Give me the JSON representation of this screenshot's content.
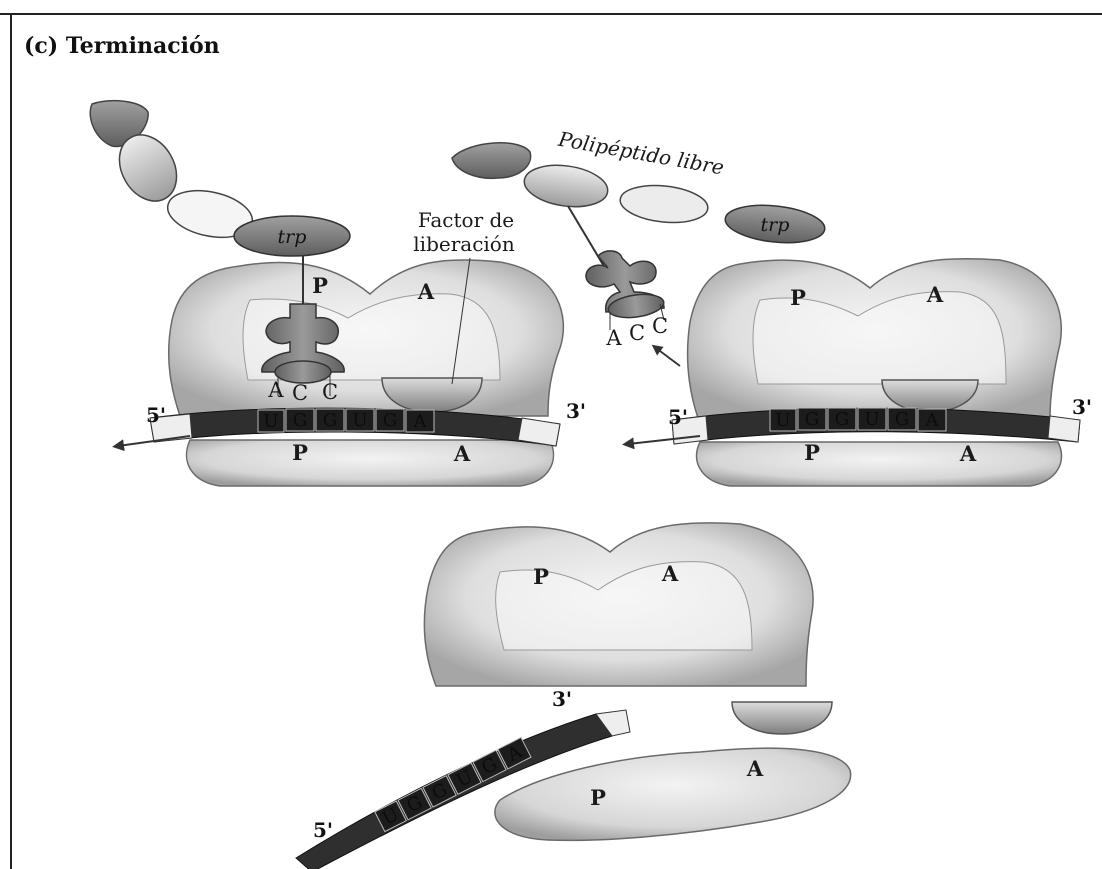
{
  "title": "(c) Terminación",
  "labels": {
    "release_factor_line1": "Factor de",
    "release_factor_line2": "liberación",
    "free_polypeptide": "Polipéptido libre",
    "trp": "trp",
    "site_p": "P",
    "site_a": "A",
    "five_prime": "5'",
    "three_prime": "3'"
  },
  "anticodon": [
    "A",
    "C",
    "C"
  ],
  "mrna_codons": [
    "U",
    "G",
    "G",
    "U",
    "G",
    "A"
  ],
  "colors": {
    "ribosome_light": "#f2f2f2",
    "ribosome_dark": "#a8a8a8",
    "mrna": "#2e2e2e",
    "trna": "#7a7a7a",
    "outline": "#555555"
  }
}
